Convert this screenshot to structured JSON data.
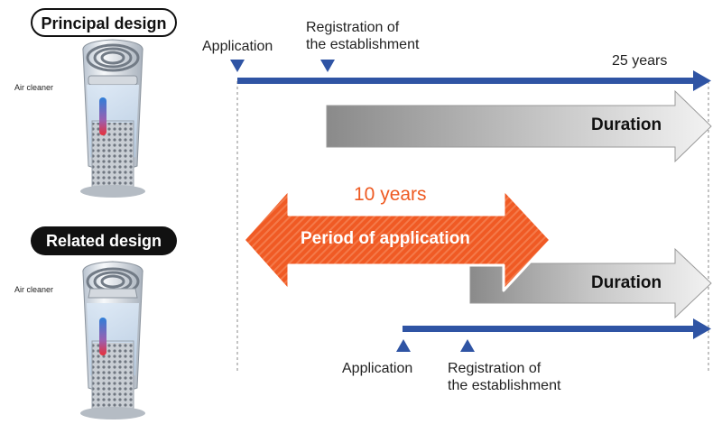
{
  "principal": {
    "title": "Principal design",
    "product_label": "Air cleaner",
    "application_label": "Application",
    "registration_label_line1": "Registration of",
    "registration_label_line2": "the establishment",
    "years_label": "25 years",
    "duration_label": "Duration"
  },
  "period": {
    "years_label": "10 years",
    "label": "Period of application"
  },
  "related": {
    "title": "Related design",
    "product_label": "Air cleaner",
    "duration_label": "Duration",
    "application_label": "Application",
    "registration_label_line1": "Registration of",
    "registration_label_line2": "the establishment"
  },
  "colors": {
    "timeline_blue": "#2f54a4",
    "period_orange": "#f05a24",
    "duration_gray_dark": "#8c8c8c",
    "duration_gray_light": "#ececec"
  },
  "icons": [
    "air-cleaner-icon",
    "triangle-marker-icon"
  ]
}
